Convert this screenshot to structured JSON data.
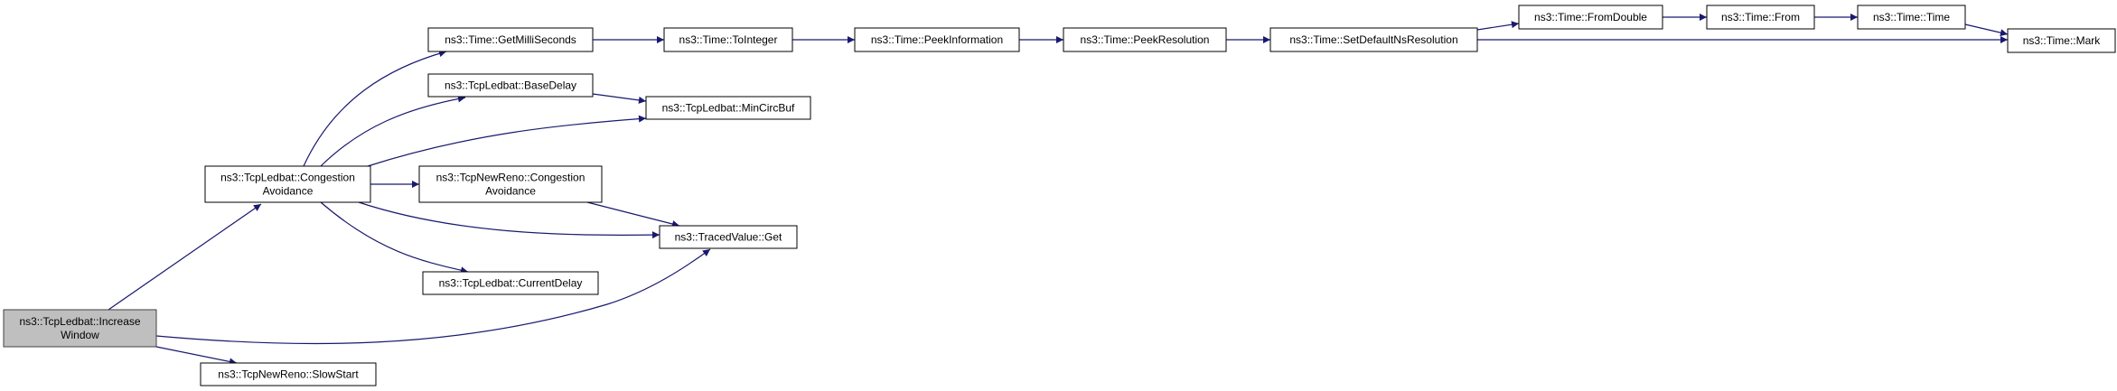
{
  "graph": {
    "nodes": [
      {
        "id": "iw",
        "lines": [
          "ns3::TcpLedbat::Increase",
          "Window"
        ],
        "current": true
      },
      {
        "id": "lca",
        "lines": [
          "ns3::TcpLedbat::Congestion",
          "Avoidance"
        ]
      },
      {
        "id": "ss",
        "lines": [
          "ns3::TcpNewReno::SlowStart"
        ]
      },
      {
        "id": "gms",
        "lines": [
          "ns3::Time::GetMilliSeconds"
        ]
      },
      {
        "id": "bd",
        "lines": [
          "ns3::TcpLedbat::BaseDelay"
        ]
      },
      {
        "id": "mcb",
        "lines": [
          "ns3::TcpLedbat::MinCircBuf"
        ]
      },
      {
        "id": "nrca",
        "lines": [
          "ns3::TcpNewReno::Congestion",
          "Avoidance"
        ]
      },
      {
        "id": "get",
        "lines": [
          "ns3::TracedValue::Get"
        ]
      },
      {
        "id": "cd",
        "lines": [
          "ns3::TcpLedbat::CurrentDelay"
        ]
      },
      {
        "id": "ti",
        "lines": [
          "ns3::Time::ToInteger"
        ]
      },
      {
        "id": "pi",
        "lines": [
          "ns3::Time::PeekInformation"
        ]
      },
      {
        "id": "pr",
        "lines": [
          "ns3::Time::PeekResolution"
        ]
      },
      {
        "id": "sdnr",
        "lines": [
          "ns3::Time::SetDefaultNsResolution"
        ]
      },
      {
        "id": "fd",
        "lines": [
          "ns3::Time::FromDouble"
        ]
      },
      {
        "id": "from",
        "lines": [
          "ns3::Time::From"
        ]
      },
      {
        "id": "time",
        "lines": [
          "ns3::Time::Time"
        ]
      },
      {
        "id": "mark",
        "lines": [
          "ns3::Time::Mark"
        ]
      }
    ],
    "edges": [
      [
        "iw",
        "lca"
      ],
      [
        "iw",
        "get"
      ],
      [
        "iw",
        "ss"
      ],
      [
        "lca",
        "gms"
      ],
      [
        "lca",
        "bd"
      ],
      [
        "lca",
        "mcb"
      ],
      [
        "lca",
        "nrca"
      ],
      [
        "lca",
        "get"
      ],
      [
        "lca",
        "cd"
      ],
      [
        "nrca",
        "get"
      ],
      [
        "bd",
        "mcb"
      ],
      [
        "gms",
        "ti"
      ],
      [
        "ti",
        "pi"
      ],
      [
        "pi",
        "pr"
      ],
      [
        "pr",
        "sdnr"
      ],
      [
        "sdnr",
        "fd"
      ],
      [
        "sdnr",
        "mark"
      ],
      [
        "fd",
        "from"
      ],
      [
        "from",
        "time"
      ],
      [
        "time",
        "mark"
      ]
    ],
    "colors": {
      "edge": "#191970",
      "current_fill": "#bfbfbf"
    }
  }
}
